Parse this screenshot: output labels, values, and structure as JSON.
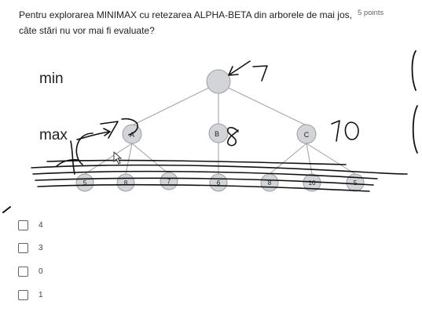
{
  "question": {
    "text": "Pentru explorarea MINIMAX cu retezarea ALPHA-BETA din arborele de mai jos, câte stări nu vor mai fi evaluate?",
    "points": "5 points"
  },
  "tree": {
    "level_min": "min",
    "level_max": "max",
    "max_nodes": [
      "A",
      "B",
      "C"
    ],
    "leaf_values": [
      "5",
      "8",
      "7",
      "6",
      "8",
      "10",
      "5"
    ]
  },
  "handwriting": {
    "root": "←7",
    "node_a": "7",
    "node_b": "8",
    "node_c": "10"
  },
  "options": [
    "4",
    "3",
    "0",
    "1"
  ]
}
